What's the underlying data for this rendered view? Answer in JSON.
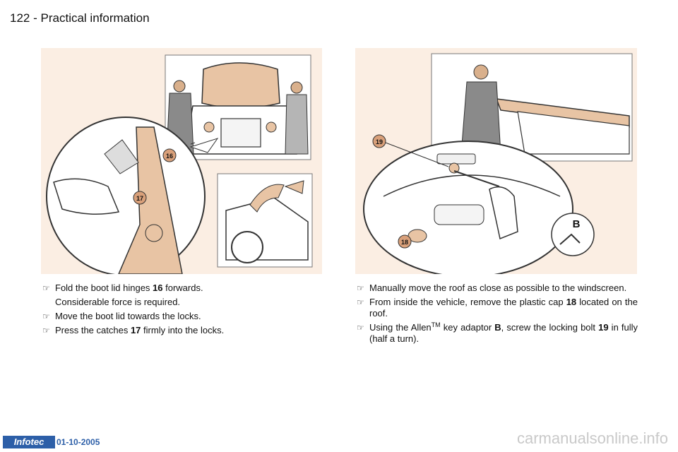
{
  "header": {
    "page_number": "122",
    "separator": "-",
    "section_title": "Practical information"
  },
  "figure_left": {
    "callouts": [
      "16",
      "17"
    ],
    "colors": {
      "panel": "#fbeee3",
      "part": "#e8c4a4",
      "line": "#333333"
    }
  },
  "figure_right": {
    "callouts": [
      "19",
      "18"
    ],
    "tool_label": "B",
    "colors": {
      "panel": "#fbeee3",
      "part": "#e8c4a4",
      "line": "#333333"
    }
  },
  "instructions_left": {
    "step1_pre": "Fold the boot lid hinges ",
    "step1_ref": "16",
    "step1_post": " forwards.",
    "step1_note": "Considerable force is required.",
    "step2": "Move the boot lid towards the locks.",
    "step3_pre": "Press the catches ",
    "step3_ref": "17",
    "step3_post": " firmly into the locks."
  },
  "instructions_right": {
    "step1": "Manually move the roof as close as possible to the windscreen.",
    "step2_pre": "From inside the vehicle, remove the plastic cap ",
    "step2_ref": "18",
    "step2_post": " located on the roof.",
    "step3_pre": "Using the Allen",
    "step3_tm": "TM",
    "step3_mid": " key adaptor ",
    "step3_ref_b": "B",
    "step3_mid2": ", screw the locking bolt ",
    "step3_ref": "19",
    "step3_post": " in fully (half a turn)."
  },
  "bullet_icon": "pointing-hand-icon",
  "bullet_glyph": "☞",
  "footer": {
    "logo_text": "Infotec",
    "date": "01-10-2005",
    "logo_color": "#2d5fa8"
  },
  "watermark": "carmanualsonline.info"
}
